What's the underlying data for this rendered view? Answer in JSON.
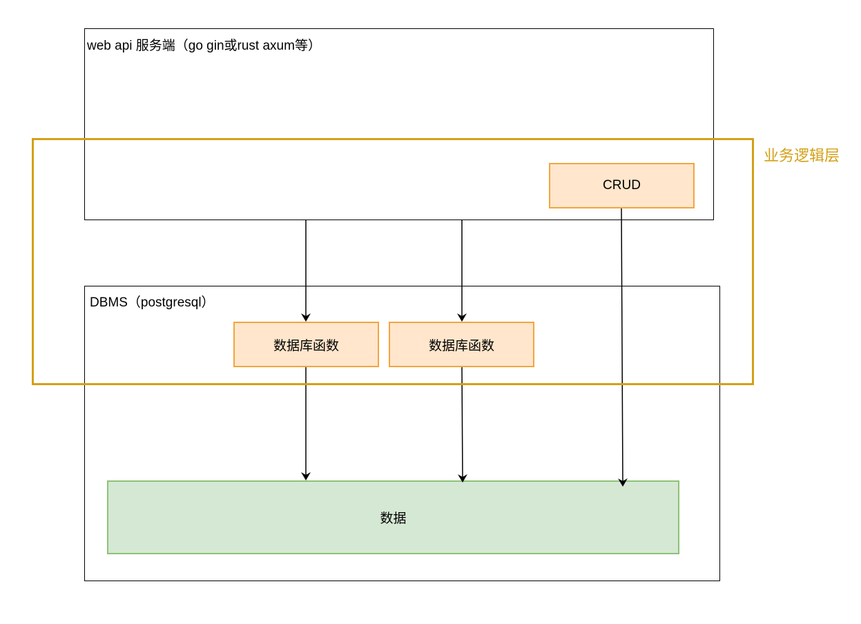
{
  "containers": {
    "web_api": {
      "label": "web api 服务端（go gin或rust axum等）"
    },
    "dbms": {
      "label": "DBMS（postgresql）"
    }
  },
  "nodes": {
    "crud": {
      "label": "CRUD"
    },
    "db_func_1": {
      "label": "数据库函数"
    },
    "db_func_2": {
      "label": "数据库函数"
    },
    "data": {
      "label": "数据"
    }
  },
  "group": {
    "label": "业务逻辑层",
    "color": "#d4a017"
  },
  "colors": {
    "orange_fill": "#ffe6cc",
    "orange_stroke": "#f0a640",
    "green_fill": "#d5e8d4",
    "green_stroke": "#8cc276",
    "line": "#000000"
  }
}
